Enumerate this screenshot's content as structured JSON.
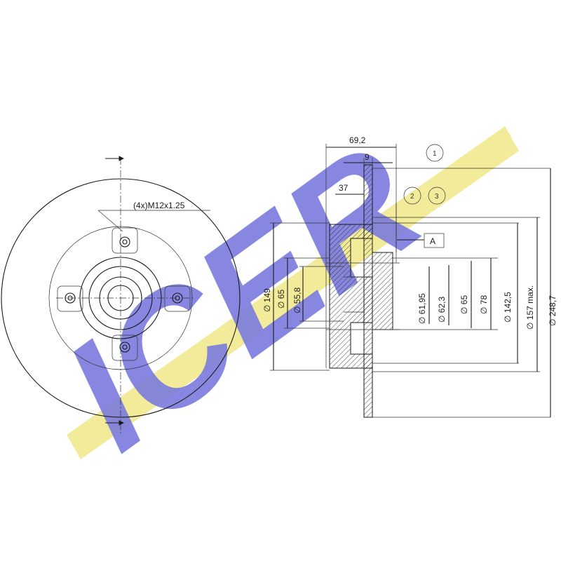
{
  "logo": {
    "text": "ICER",
    "color_yellow": "#f2ec9a",
    "color_blue": "#7b7bde"
  },
  "colors": {
    "line": "#1a1a1a"
  },
  "labels": {
    "thread": "(4x)M12x1.25",
    "width_total": "69,2",
    "width_flange": "9",
    "offset": "37",
    "ref_a": "A",
    "circle_1": "1",
    "circle_2": "2",
    "circle_3": "3"
  },
  "diameters_left": [
    "149",
    "65",
    "55,8"
  ],
  "diameters_right": [
    "61,95",
    "62,3",
    "65",
    "78",
    "142,5",
    "157 max.",
    "248,7"
  ],
  "diameter_symbol": "∅"
}
